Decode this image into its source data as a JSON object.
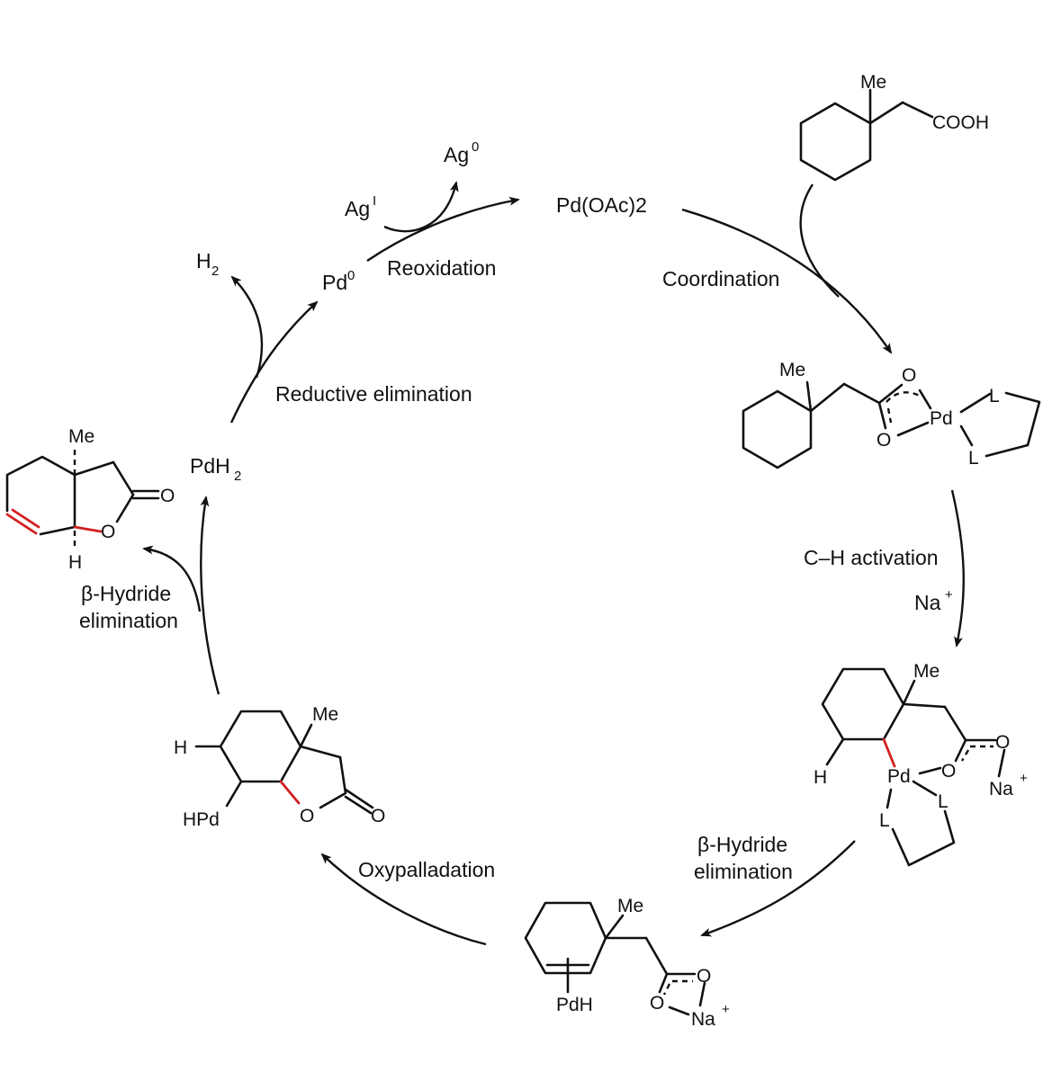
{
  "steps": {
    "reoxidation": "Reoxidation",
    "coordination": "Coordination",
    "ch_activation": "C–H activation",
    "beta_hydride_1_a": "β-Hydride",
    "beta_hydride_1_b": "elimination",
    "oxypalladation": "Oxypalladation",
    "beta_hydride_2_a": "β-Hydride",
    "beta_hydride_2_b": "elimination",
    "reductive_elimination": "Reductive elimination"
  },
  "species": {
    "pd_oac2": "Pd(OAc)2",
    "ag_I": "Ag",
    "ag_I_sup": "I",
    "ag_0": "Ag",
    "ag_0_sup": "0",
    "pd0": "Pd",
    "pd0_sup": "0",
    "h2": "H",
    "h2_sub": "2",
    "pdh2": "PdH",
    "pdh2_sub": "2",
    "na_plus": "Na",
    "na_plus_sup": "+"
  },
  "atoms": {
    "me": "Me",
    "cooh": "COOH",
    "o": "O",
    "pd": "Pd",
    "l": "L",
    "h": "H",
    "na": "Na",
    "plus": "+",
    "hpd": "HPd",
    "pdh": "PdH"
  },
  "colors": {
    "red_bond": "#d21f1f",
    "ink": "#111111"
  }
}
